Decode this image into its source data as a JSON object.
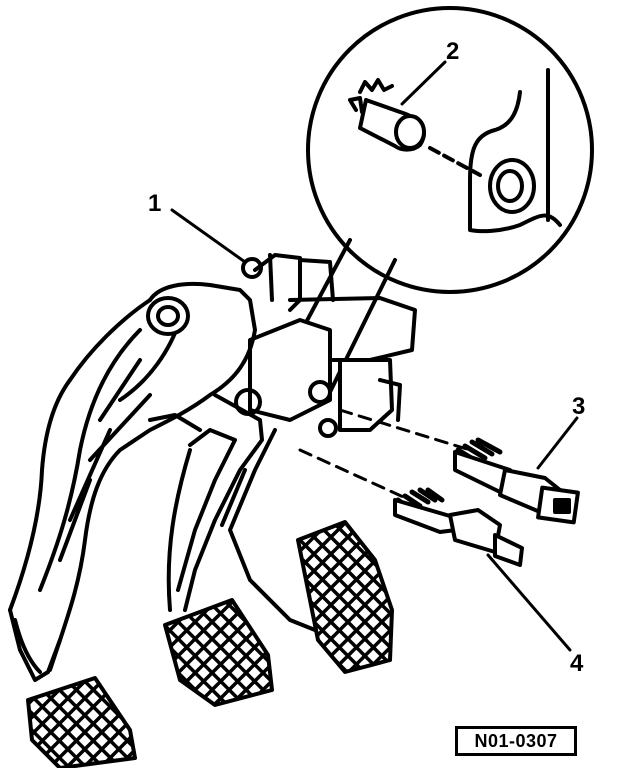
{
  "callouts": {
    "c1": "1",
    "c2": "2",
    "c3": "3",
    "c4": "4"
  },
  "reference_code": "N01-0307"
}
